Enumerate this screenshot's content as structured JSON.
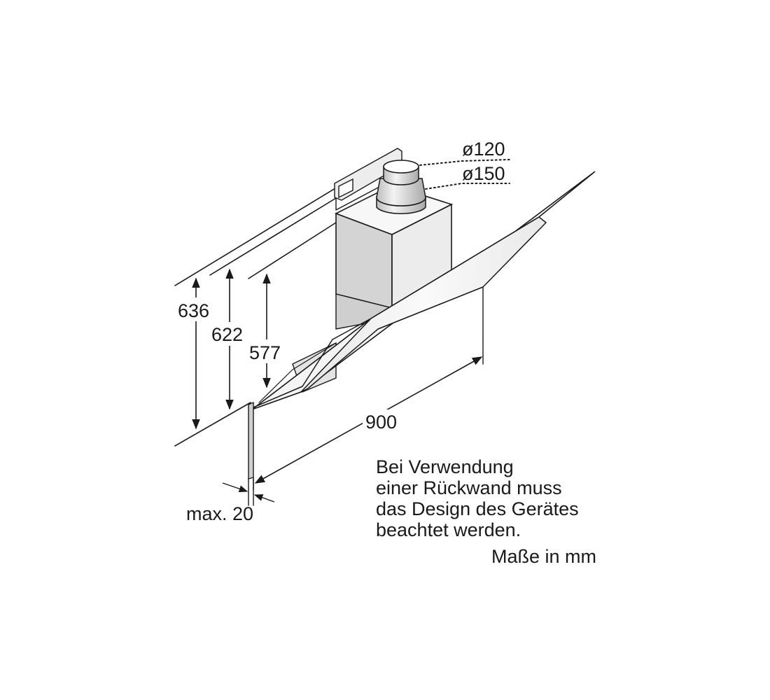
{
  "dimensions": {
    "height_total": "636",
    "height_mid": "622",
    "height_low": "577",
    "width": "900",
    "duct_inner": "ø120",
    "duct_outer": "ø150",
    "wall_gap": "max. 20"
  },
  "note": {
    "lines": [
      "Bei Verwendung",
      "einer Rückwand muss",
      "das Design des Gerätes",
      "beachtet werden."
    ],
    "units": "Maße in mm"
  },
  "colors": {
    "line": "#1a1a1a",
    "panel_light": "#f2f2f2",
    "panel_mid": "#e2e2e2",
    "panel_dark": "#c9c9c9"
  }
}
